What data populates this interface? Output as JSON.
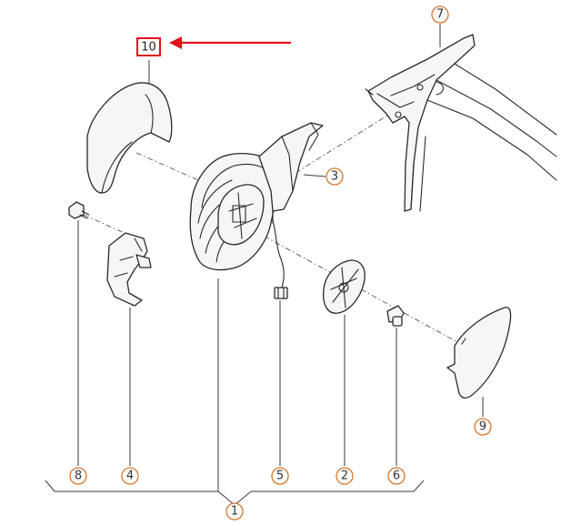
{
  "diagram": {
    "callouts": {
      "c1": "1",
      "c2": "2",
      "c3": "3",
      "c4": "4",
      "c5": "5",
      "c6": "6",
      "c7": "7",
      "c8": "8",
      "c9": "9",
      "c10": "10"
    },
    "colors": {
      "callout_ring": "#d8782f",
      "highlight": "#e0101c",
      "linework": "#2a2a2a"
    }
  }
}
